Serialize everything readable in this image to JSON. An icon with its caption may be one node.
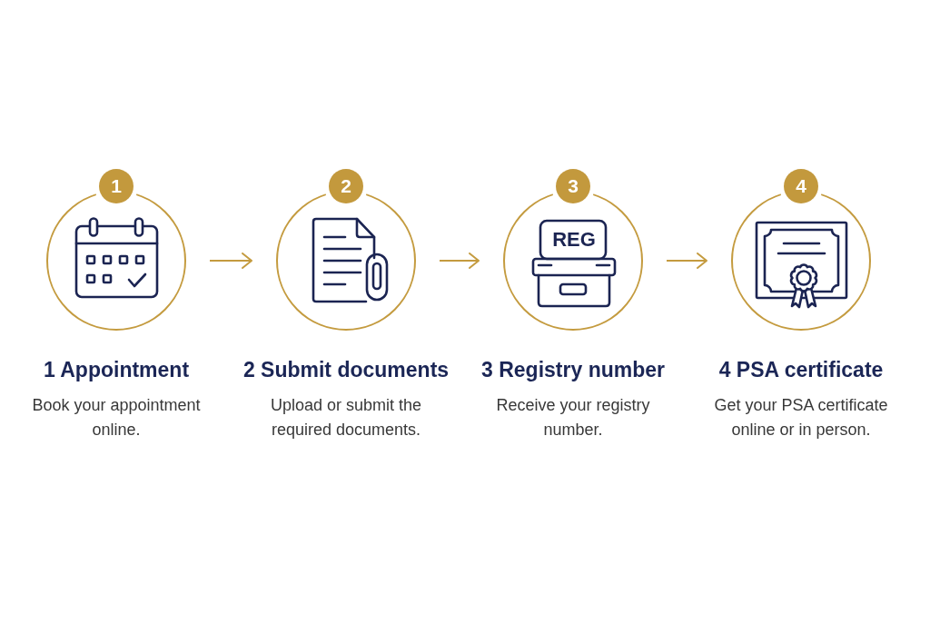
{
  "diagram": {
    "nodes": [
      {
        "text": [
          "1 Appointment",
          "Book your appointment online."
        ],
        "beside": [
          "1"
        ]
      },
      {
        "text": [
          "2 Submit documents",
          "Upload or submit the required documents."
        ],
        "beside": [
          "2"
        ]
      },
      {
        "text": [
          "3 Registry number",
          "Receive your registry number."
        ],
        "beside": [
          "3"
        ]
      },
      {
        "text": [
          "4 PSA certificate",
          "Get your PSA certificate online or in person."
        ],
        "beside": [
          "4"
        ]
      }
    ],
    "edges": [
      {
        "from": 0,
        "to": 1,
        "arrow": "to"
      },
      {
        "from": 1,
        "to": 2,
        "arrow": "to"
      },
      {
        "from": 2,
        "to": 3,
        "arrow": "to"
      }
    ],
    "labels": [
      "REG"
    ]
  }
}
